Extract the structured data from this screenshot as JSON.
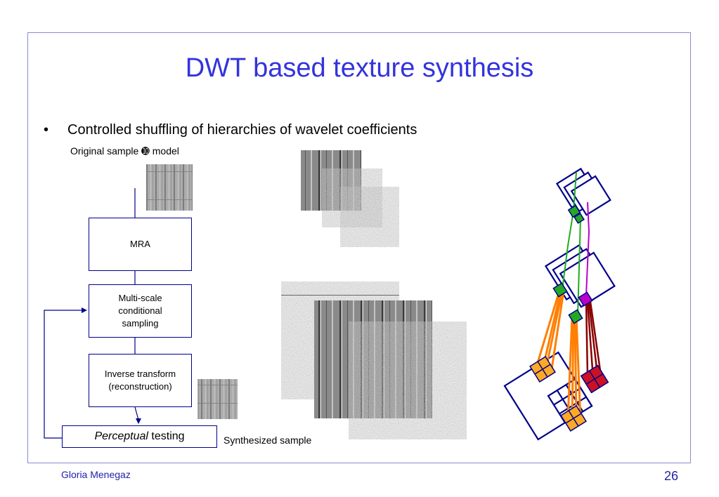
{
  "slide": {
    "title": "DWT based texture synthesis",
    "bullet_marker": "•",
    "bullet": "Controlled shuffling of hierarchies of wavelet coefficients",
    "caption_original": "Original sample ➓ model",
    "caption_synth": "Synthesized sample"
  },
  "flow": {
    "mra": "MRA",
    "sampling_l1": "Multi-scale",
    "sampling_l2": "conditional",
    "sampling_l3": "sampling",
    "inverse_l1": "Inverse transform",
    "inverse_l2": "(reconstruction)",
    "perceptual_em": "Perceptual",
    "perceptual_rest": " testing"
  },
  "footer": {
    "author": "Gloria Menegaz",
    "page": "26"
  },
  "colors": {
    "title": "#3333dd",
    "box_border": "#00008b",
    "orange": "#ff7f00",
    "green": "#22aa22",
    "magenta": "#bb00cc",
    "darkred": "#880000",
    "tree_blue": "#00008b"
  }
}
